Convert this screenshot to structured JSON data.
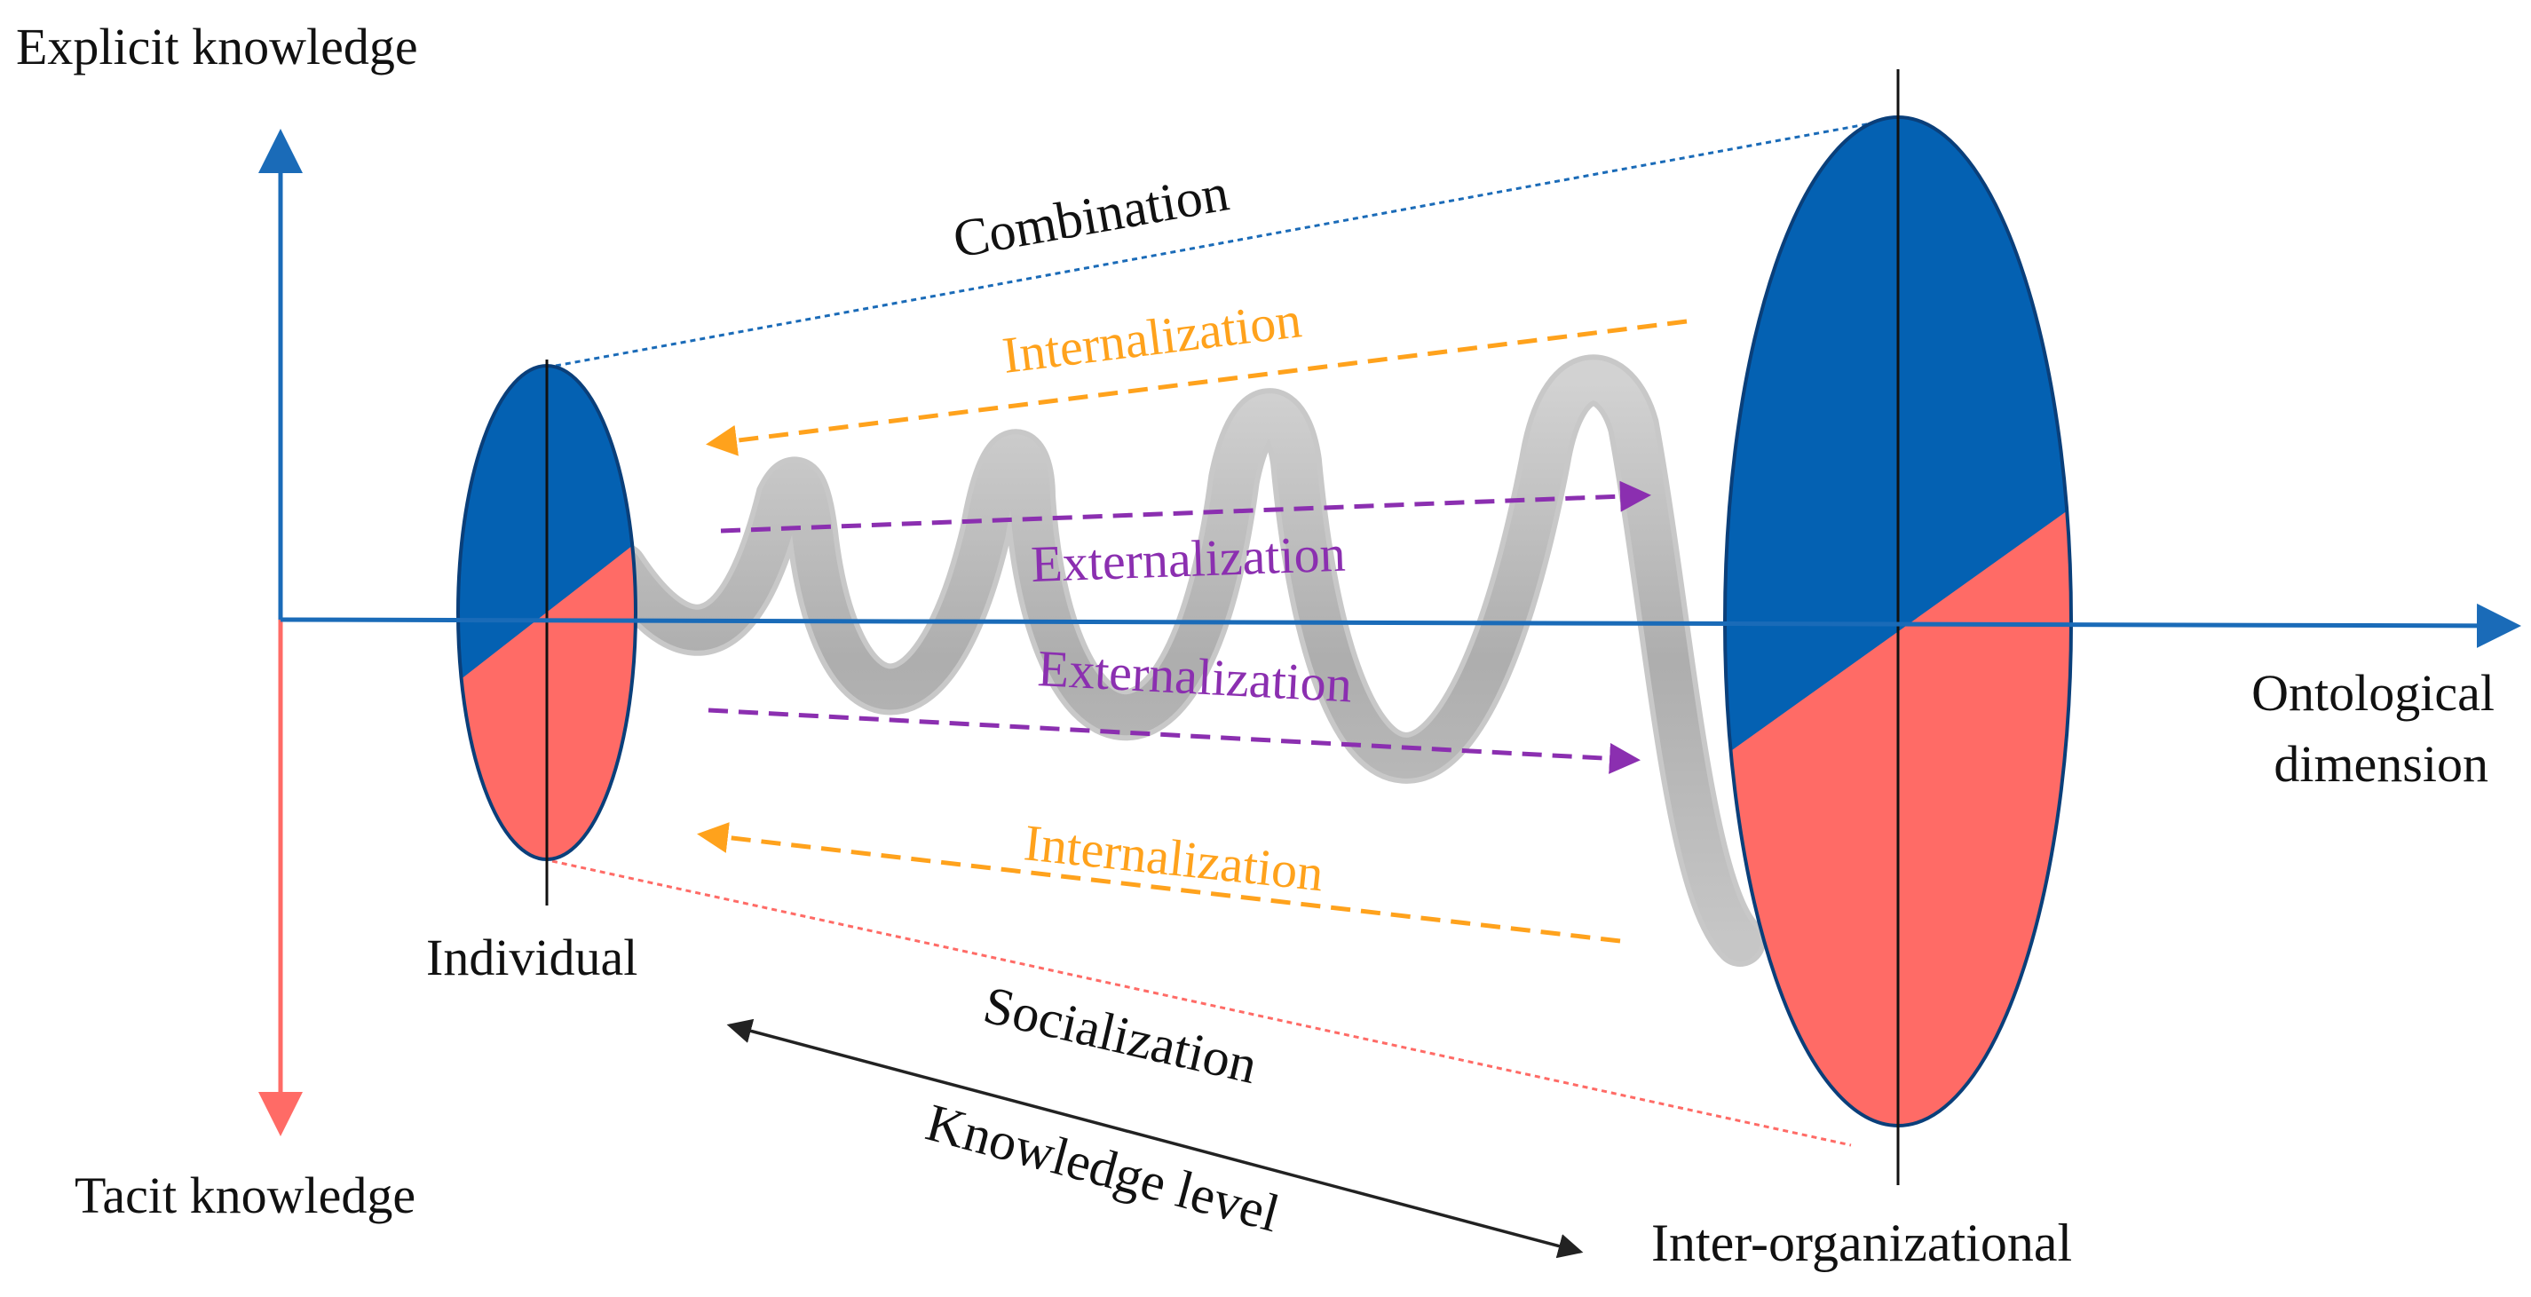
{
  "axes": {
    "y_top_label": "Explicit knowledge",
    "y_bottom_label": "Tacit knowledge",
    "x_label_line1": "Ontological",
    "x_label_line2": "dimension",
    "diagonal_label": "Knowledge level"
  },
  "levels": {
    "small": "Individual",
    "large": "Inter-organizational"
  },
  "processes": {
    "combination": "Combination",
    "internalization_top": "Internalization",
    "externalization_top": "Externalization",
    "externalization_bottom": "Externalization",
    "internalization_bottom": "Internalization",
    "socialization": "Socialization"
  },
  "colors": {
    "explicit": "#0461b2",
    "tacit": "#ff6b66",
    "axis_blue": "#1a6bb8",
    "axis_red": "#ff6b66",
    "internalization": "#ffa21c",
    "externalization": "#8b2fb0",
    "spiral": "#b8b8b8",
    "text": "#111111"
  }
}
